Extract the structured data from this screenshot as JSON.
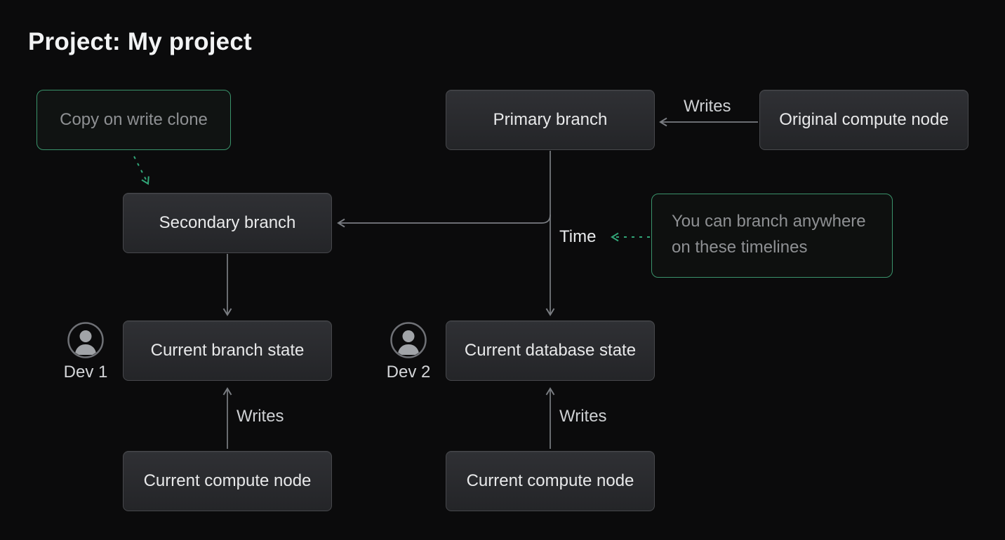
{
  "title": "Project: My project",
  "nodes": {
    "copy_on_write_clone": {
      "label": "Copy on write clone"
    },
    "primary_branch": {
      "label": "Primary branch"
    },
    "original_compute_node": {
      "label": "Original compute node"
    },
    "secondary_branch": {
      "label": "Secondary branch"
    },
    "current_branch_state": {
      "label": "Current branch state"
    },
    "current_database_state": {
      "label": "Current database state"
    },
    "current_compute_node_left": {
      "label": "Current compute node"
    },
    "current_compute_node_right": {
      "label": "Current compute node"
    }
  },
  "edge_labels": {
    "writes_top": "Writes",
    "writes_left": "Writes",
    "writes_right": "Writes",
    "time": "Time"
  },
  "note": {
    "line1": "You can branch anywhere",
    "line2": "on these timelines"
  },
  "devs": {
    "dev1": {
      "label": "Dev 1",
      "icon": "person-icon"
    },
    "dev2": {
      "label": "Dev 2",
      "icon": "person-icon"
    }
  },
  "colors": {
    "background": "#0b0b0c",
    "node_background": "#2a2b2e",
    "node_border": "#47484c",
    "node_text": "#e8e9ea",
    "muted_text": "#8e9093",
    "label_text": "#ced0d3",
    "green_accent": "#3a936b",
    "green_dash": "#31a678",
    "arrow_gray": "#7a7d82"
  }
}
